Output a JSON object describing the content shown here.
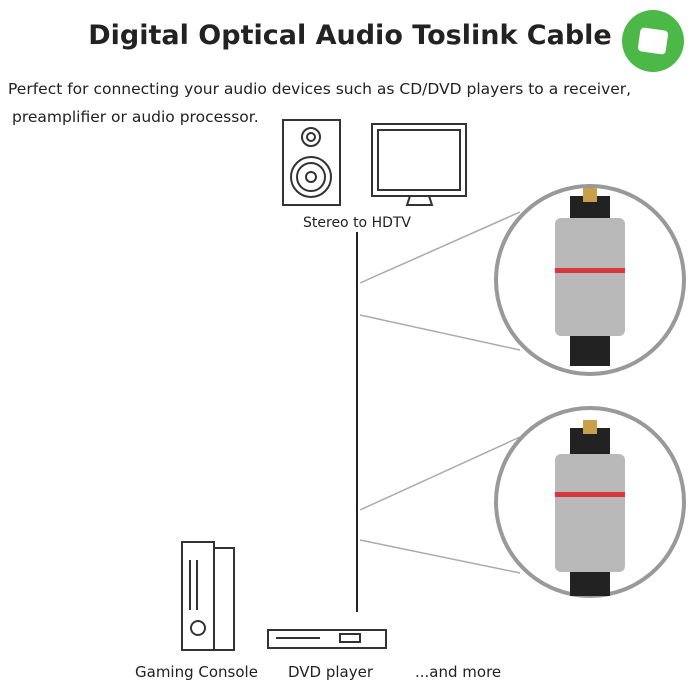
{
  "title": "Digital Optical Audio Toslink Cable",
  "description": {
    "line1": "Perfect for connecting your audio devices such as CD/DVD players to a receiver,",
    "line2": "preamplifier or audio processor."
  },
  "captions": {
    "top": "Stereo to HDTV",
    "console": "Gaming Console",
    "dvd": "DVD player",
    "more": "...and more"
  },
  "colors": {
    "logo": "#4cb848",
    "ring": "#d9363e"
  }
}
